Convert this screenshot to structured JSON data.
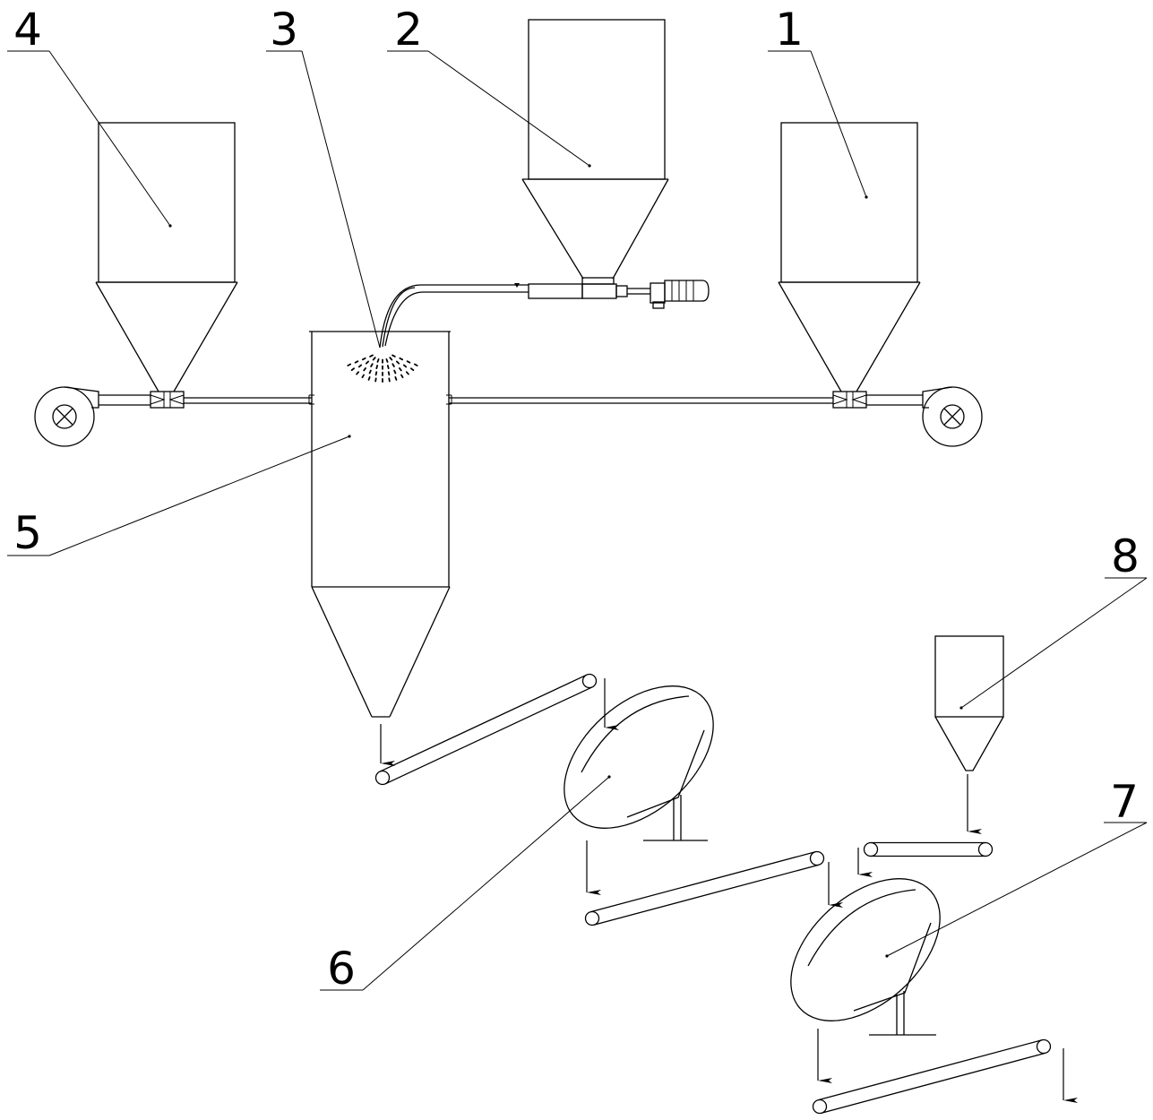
{
  "callouts": [
    "1",
    "2",
    "3",
    "4",
    "5",
    "6",
    "7",
    "8"
  ],
  "line_color": "#000000",
  "background_color": "#ffffff"
}
